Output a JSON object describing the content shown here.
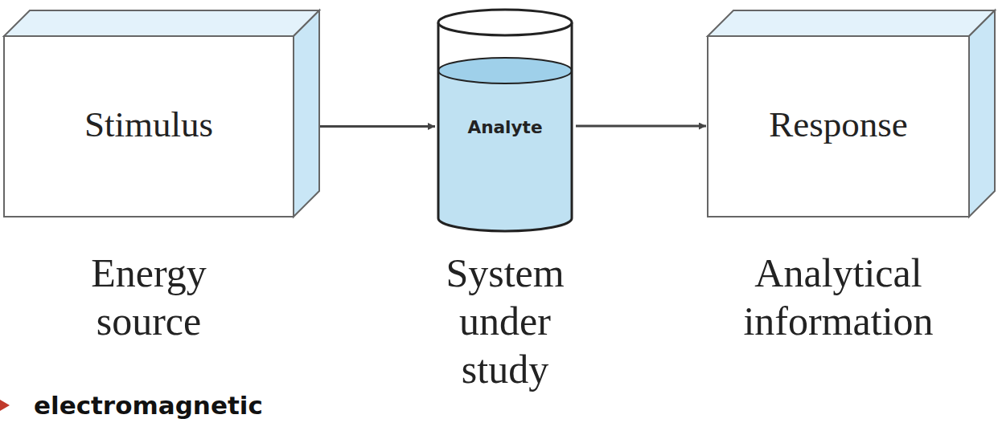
{
  "diagram": {
    "nodes": [
      {
        "text": [
          "Stimulus",
          "Energy source"
        ]
      },
      {
        "text": [
          "Analyte",
          "System under study"
        ]
      },
      {
        "text": [
          "Response",
          "Analytical information"
        ]
      }
    ],
    "edges": [
      {
        "from": 0,
        "to": 1,
        "arrow": "to"
      },
      {
        "from": 1,
        "to": 2,
        "arrow": "to"
      }
    ],
    "labels": [
      "electromagnetic"
    ]
  }
}
